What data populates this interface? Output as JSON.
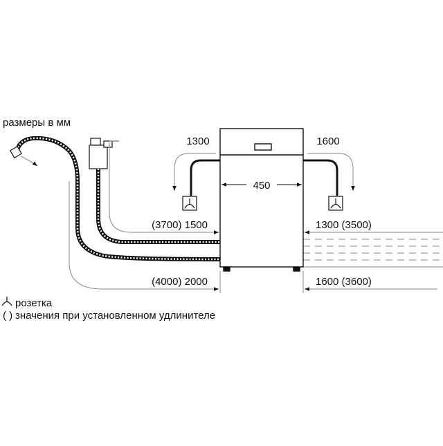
{
  "units_note": "размеры в мм",
  "dimensions": {
    "width": "450",
    "left_socket_reach": "1300",
    "right_socket_reach": "1600",
    "drain_left": "(3700) 1500",
    "drain_right": "1300 (3500)",
    "inlet_left": "(4000) 2000",
    "inlet_right": "1600 (3600)"
  },
  "legend": {
    "socket_label": "розетка",
    "extension_symbol": "( )",
    "extension_label": "значения при установленном удлинителе"
  },
  "icons": [
    "socket-icon",
    "tap-icon",
    "hose-icon",
    "dishwasher-icon"
  ]
}
